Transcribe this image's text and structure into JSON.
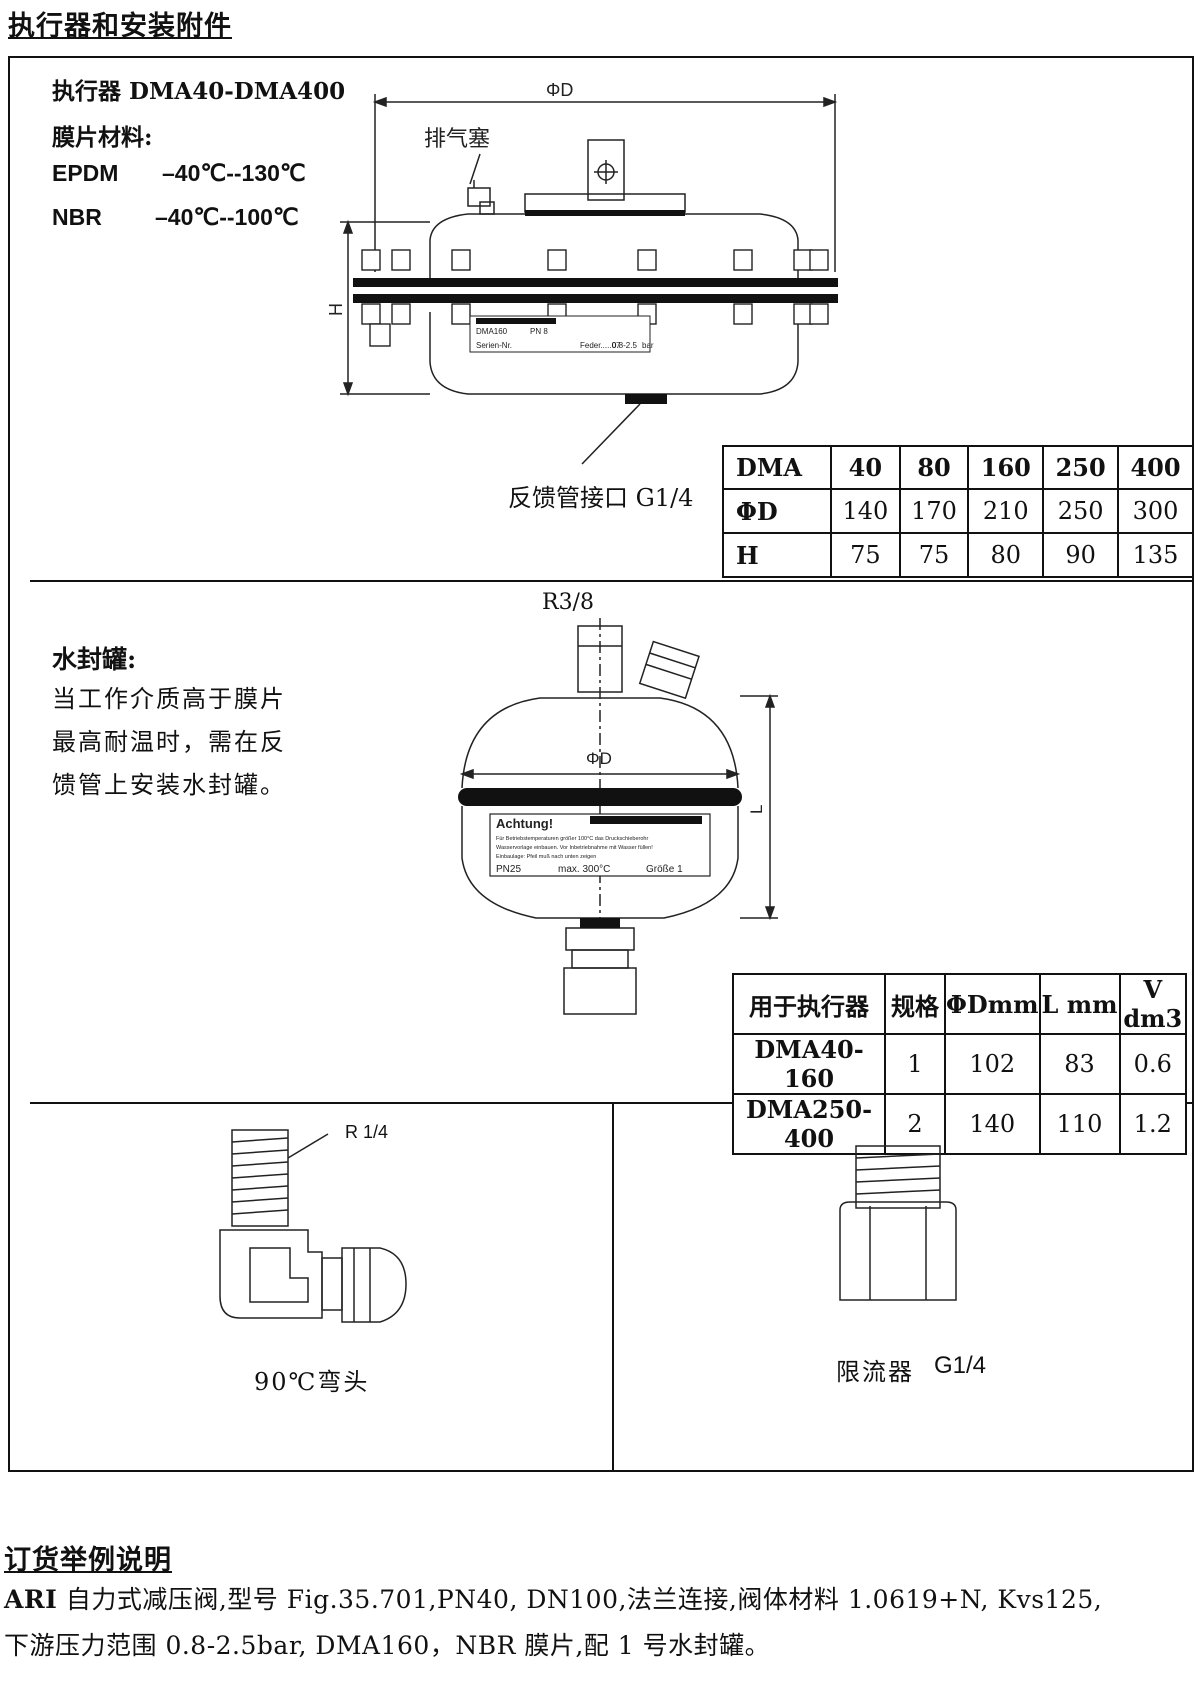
{
  "page_title": "执行器和安装附件",
  "actuator": {
    "title": "执行器 DMA40-DMA400",
    "material_label": "膜片材料:",
    "materials": [
      {
        "name": "EPDM",
        "range": "–40℃--130℃"
      },
      {
        "name": "NBR",
        "range": "–40℃--100℃"
      }
    ],
    "vent_label": "排气塞",
    "diameter_label": "ΦD",
    "height_label": "H",
    "feedback_label": "反馈管接口 G1/4",
    "nameplate": [
      "DMA160",
      "PN 8",
      "Serien-Nr.",
      "Feder.....07",
      "0.8-2.5",
      "bar"
    ],
    "table": {
      "headers": [
        "DMA",
        "40",
        "80",
        "160",
        "250",
        "400"
      ],
      "rows": [
        [
          "ΦD",
          "140",
          "170",
          "210",
          "250",
          "300"
        ],
        [
          "H",
          "75",
          "75",
          "80",
          "90",
          "135"
        ]
      ]
    }
  },
  "water_seal": {
    "title": "水封罐:",
    "desc": [
      "当工作介质高于膜片",
      "最高耐温时，需在反",
      "馈管上安装水封罐。"
    ],
    "thread_label": "R3/8",
    "diameter_label": "ΦD",
    "length_label": "L",
    "plate": {
      "heading": "Achtung!",
      "lines": [
        "Für Betriebstemperaturen größer 100°C das Druckschieberohr",
        "Wasservorlage einbauen. Vor Inbetriebnahme mit Wasser füllen!",
        "Einbaulage: Pfeil muß nach unten zeigen"
      ],
      "bottom": [
        "PN25",
        "max. 300°C",
        "Größe 1"
      ]
    },
    "table": {
      "headers": [
        "用于执行器",
        "规格",
        "ΦDmm",
        "L mm",
        "V dm3"
      ],
      "rows": [
        [
          "DMA40-160",
          "1",
          "102",
          "83",
          "0.6"
        ],
        [
          "DMA250-400",
          "2",
          "140",
          "110",
          "1.2"
        ]
      ]
    }
  },
  "elbow": {
    "thread_label": "R 1/4",
    "caption": "90℃弯头"
  },
  "restrictor": {
    "caption_cn": "限流器",
    "caption_spec": "G1/4"
  },
  "order": {
    "title": "订货举例说明",
    "brand": "ARI",
    "line1": "自力式减压阀,型号 Fig.35.701,PN40, DN100,法兰连接,阀体材料 1.0619+N, Kvs125,",
    "line2": "下游压力范围 0.8-2.5bar, DMA160，NBR 膜片,配 1 号水封罐。"
  }
}
